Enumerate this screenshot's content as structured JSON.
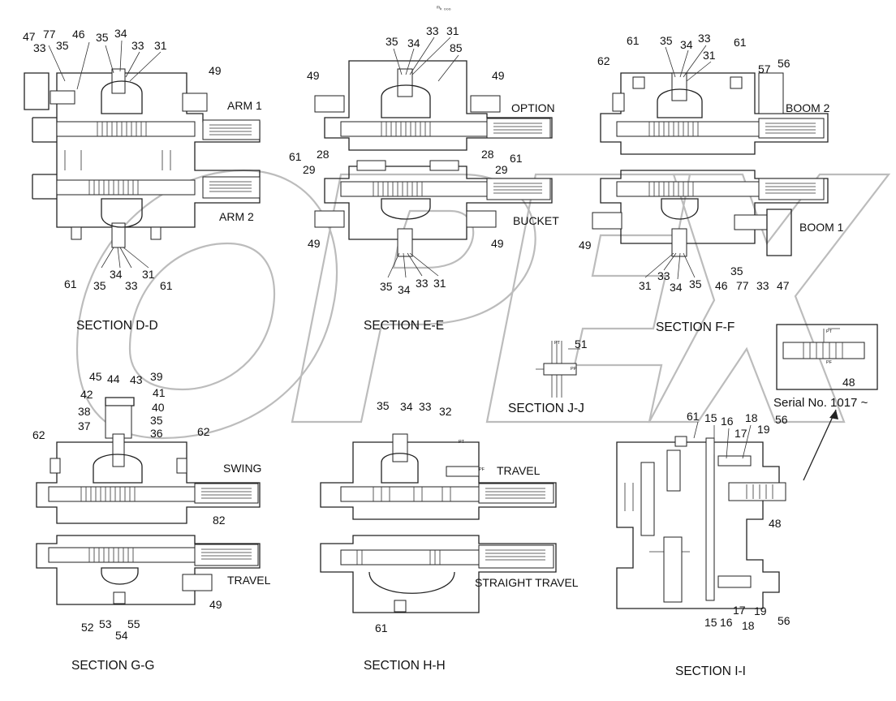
{
  "header_mark": "ᵐₖ ₀₀₀",
  "sections": {
    "dd": {
      "title": "SECTION  D-D",
      "upper_label": "ARM 1",
      "lower_label": "ARM 2"
    },
    "ee": {
      "title": "SECTION  E-E",
      "upper_label": "OPTION",
      "lower_label": "BUCKET"
    },
    "ff": {
      "title": "SECTION  F-F",
      "upper_label": "BOOM 2",
      "lower_label": "BOOM 1"
    },
    "jj": {
      "title": "SECTION  J-J"
    },
    "gg": {
      "title": "SECTION  G-G",
      "upper_label": "SWING",
      "lower_label": "TRAVEL"
    },
    "hh": {
      "title": "SECTION  H-H",
      "upper_label": "TRAVEL",
      "lower_label": "STRAIGHT TRAVEL"
    },
    "ii": {
      "title": "SECTION  I-I"
    }
  },
  "inset": {
    "part": "48",
    "serial_note": "Serial No. 1017 ~"
  },
  "callouts": {
    "dd": [
      "47",
      "77",
      "33",
      "35",
      "46",
      "35",
      "34",
      "33",
      "31",
      "49",
      "61",
      "35",
      "34",
      "33",
      "31",
      "61"
    ],
    "ee": [
      "35",
      "34",
      "33",
      "31",
      "85",
      "49",
      "49",
      "61",
      "28",
      "29",
      "28",
      "61",
      "29",
      "49",
      "49",
      "35",
      "34",
      "33",
      "31"
    ],
    "ff": [
      "61",
      "35",
      "34",
      "33",
      "61",
      "31",
      "62",
      "57",
      "56",
      "49",
      "31",
      "33",
      "34",
      "35",
      "35",
      "46",
      "77",
      "33",
      "47"
    ],
    "jj": [
      "51"
    ],
    "gg": [
      "45",
      "44",
      "43",
      "39",
      "42",
      "41",
      "38",
      "40",
      "37",
      "35",
      "36",
      "62",
      "62",
      "82",
      "49",
      "52",
      "53",
      "54",
      "55"
    ],
    "hh": [
      "35",
      "34",
      "33",
      "32",
      "61"
    ],
    "ii": [
      "61",
      "15",
      "16",
      "18",
      "17",
      "19",
      "56",
      "48",
      "15",
      "16",
      "17",
      "19",
      "18",
      "56"
    ]
  },
  "small_tags": [
    "PT",
    "PP",
    "PT",
    "PF",
    "PT",
    "PF"
  ]
}
